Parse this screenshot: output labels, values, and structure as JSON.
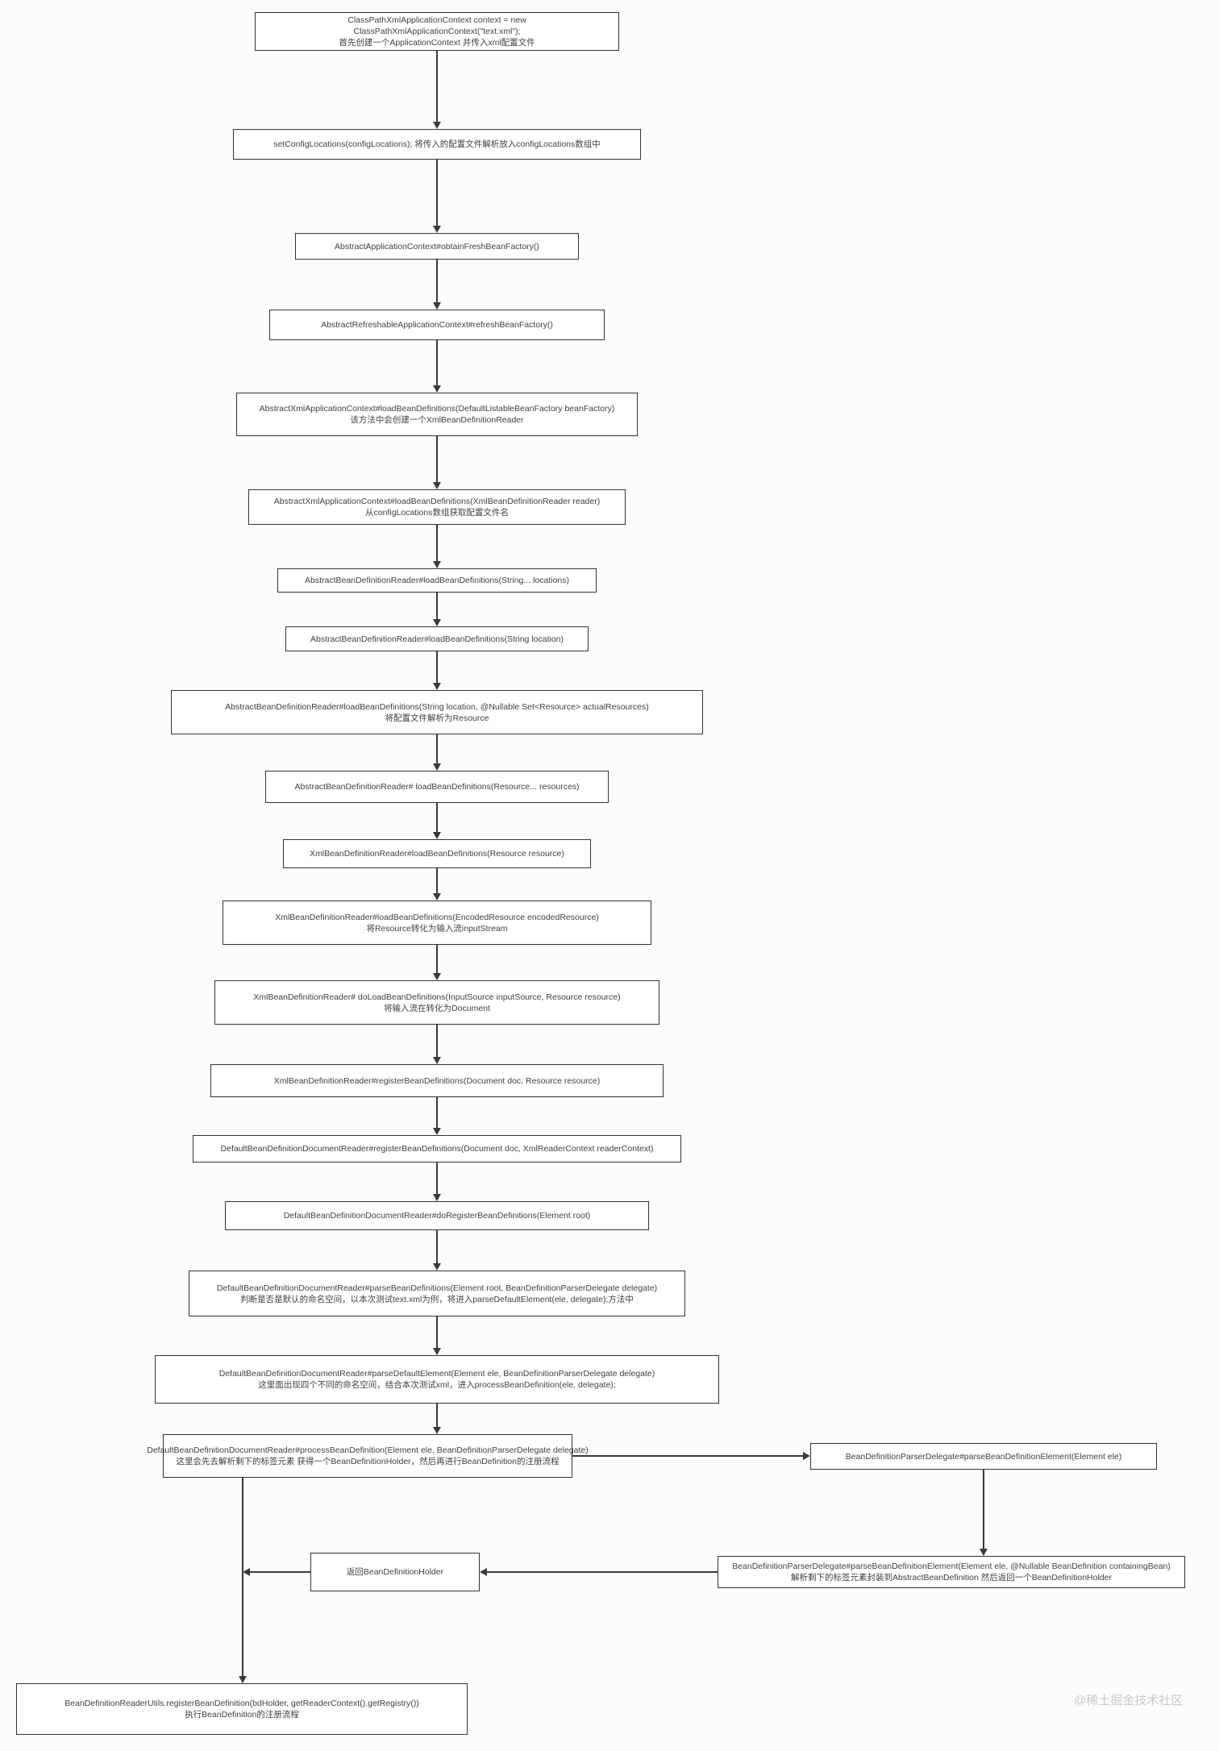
{
  "colors": {
    "background": "#fcfcfc",
    "box_background": "#ffffff",
    "box_border": "#333333",
    "text": "#3f3f3f",
    "arrow": "#3a3a3a",
    "watermark": "#c9c9c9"
  },
  "watermark": "@稀土掘金技术社区",
  "flowchart": {
    "nodes": [
      {
        "lines": [
          "ClassPathXmlApplicationContext context = new",
          "ClassPathXmlApplicationContext(\"text.xml\");",
          "首先创建一个ApplicationContext 并传入xml配置文件"
        ]
      },
      {
        "lines": [
          "setConfigLocations(configLocations); 将传入的配置文件解析放入configLocations数组中"
        ]
      },
      {
        "lines": [
          "AbstractApplicationContext#obtainFreshBeanFactory()"
        ]
      },
      {
        "lines": [
          "AbstractRefreshableApplicationContext#refreshBeanFactory()"
        ]
      },
      {
        "lines": [
          "AbstractXmlApplicationContext#loadBeanDefinitions(DefaultListableBeanFactory beanFactory)",
          "该方法中会创建一个XmlBeanDefinitionReader"
        ]
      },
      {
        "lines": [
          "AbstractXmlApplicationContext#loadBeanDefinitions(XmlBeanDefinitionReader reader)",
          "从configLocations数组获取配置文件名"
        ]
      },
      {
        "lines": [
          "AbstractBeanDefinitionReader#loadBeanDefinitions(String... locations)"
        ]
      },
      {
        "lines": [
          "AbstractBeanDefinitionReader#loadBeanDefinitions(String location)"
        ]
      },
      {
        "lines": [
          "AbstractBeanDefinitionReader#loadBeanDefinitions(String location, @Nullable Set<Resource> actualResources)",
          "将配置文件解析为Resource"
        ]
      },
      {
        "lines": [
          "AbstractBeanDefinitionReader# loadBeanDefinitions(Resource... resources)"
        ]
      },
      {
        "lines": [
          "XmlBeanDefinitionReader#loadBeanDefinitions(Resource resource)"
        ]
      },
      {
        "lines": [
          "XmlBeanDefinitionReader#loadBeanDefinitions(EncodedResource encodedResource)",
          "将Resource转化为输入流inputStream"
        ]
      },
      {
        "lines": [
          "XmlBeanDefinitionReader# doLoadBeanDefinitions(InputSource inputSource, Resource resource)",
          "将输入流在转化为Document"
        ]
      },
      {
        "lines": [
          "XmlBeanDefinitionReader#registerBeanDefinitions(Document doc, Resource resource)"
        ]
      },
      {
        "lines": [
          "DefaultBeanDefinitionDocumentReader#registerBeanDefinitions(Document doc, XmlReaderContext readerContext)"
        ]
      },
      {
        "lines": [
          "DefaultBeanDefinitionDocumentReader#doRegisterBeanDefinitions(Element root)"
        ]
      },
      {
        "lines": [
          "DefaultBeanDefinitionDocumentReader#parseBeanDefinitions(Element root, BeanDefinitionParserDelegate delegate)",
          "判断是否是默认的命名空间，以本次测试text.xml为例，将进入parseDefaultElement(ele, delegate);方法中"
        ]
      },
      {
        "lines": [
          "DefaultBeanDefinitionDocumentReader#parseDefaultElement(Element ele, BeanDefinitionParserDelegate delegate)",
          "这里面出现四个不同的命名空间，结合本次测试xml，进入processBeanDefinition(ele, delegate);"
        ]
      },
      {
        "lines": [
          "DefaultBeanDefinitionDocumentReader#processBeanDefinition(Element ele, BeanDefinitionParserDelegate delegate)",
          "这里会先去解析剩下的标签元素 获得一个BeanDefinitionHolder，然后再进行BeanDefinition的注册流程"
        ]
      },
      {
        "lines": [
          "BeanDefinitionParserDelegate#parseBeanDefinitionElement(Element ele)"
        ]
      },
      {
        "lines": [
          "BeanDefinitionParserDelegate#parseBeanDefinitionElement(Element ele, @Nullable BeanDefinition containingBean)",
          "解析剩下的标签元素封装到AbstractBeanDefinition 然后返回一个BeanDefinitionHolder"
        ]
      },
      {
        "lines": [
          "返回BeanDefinitionHolder"
        ]
      },
      {
        "lines": [
          "BeanDefinitionReaderUtils.registerBeanDefinition(bdHolder, getReaderContext().getRegistry())",
          "执行BeanDefinition的注册流程"
        ]
      }
    ]
  }
}
